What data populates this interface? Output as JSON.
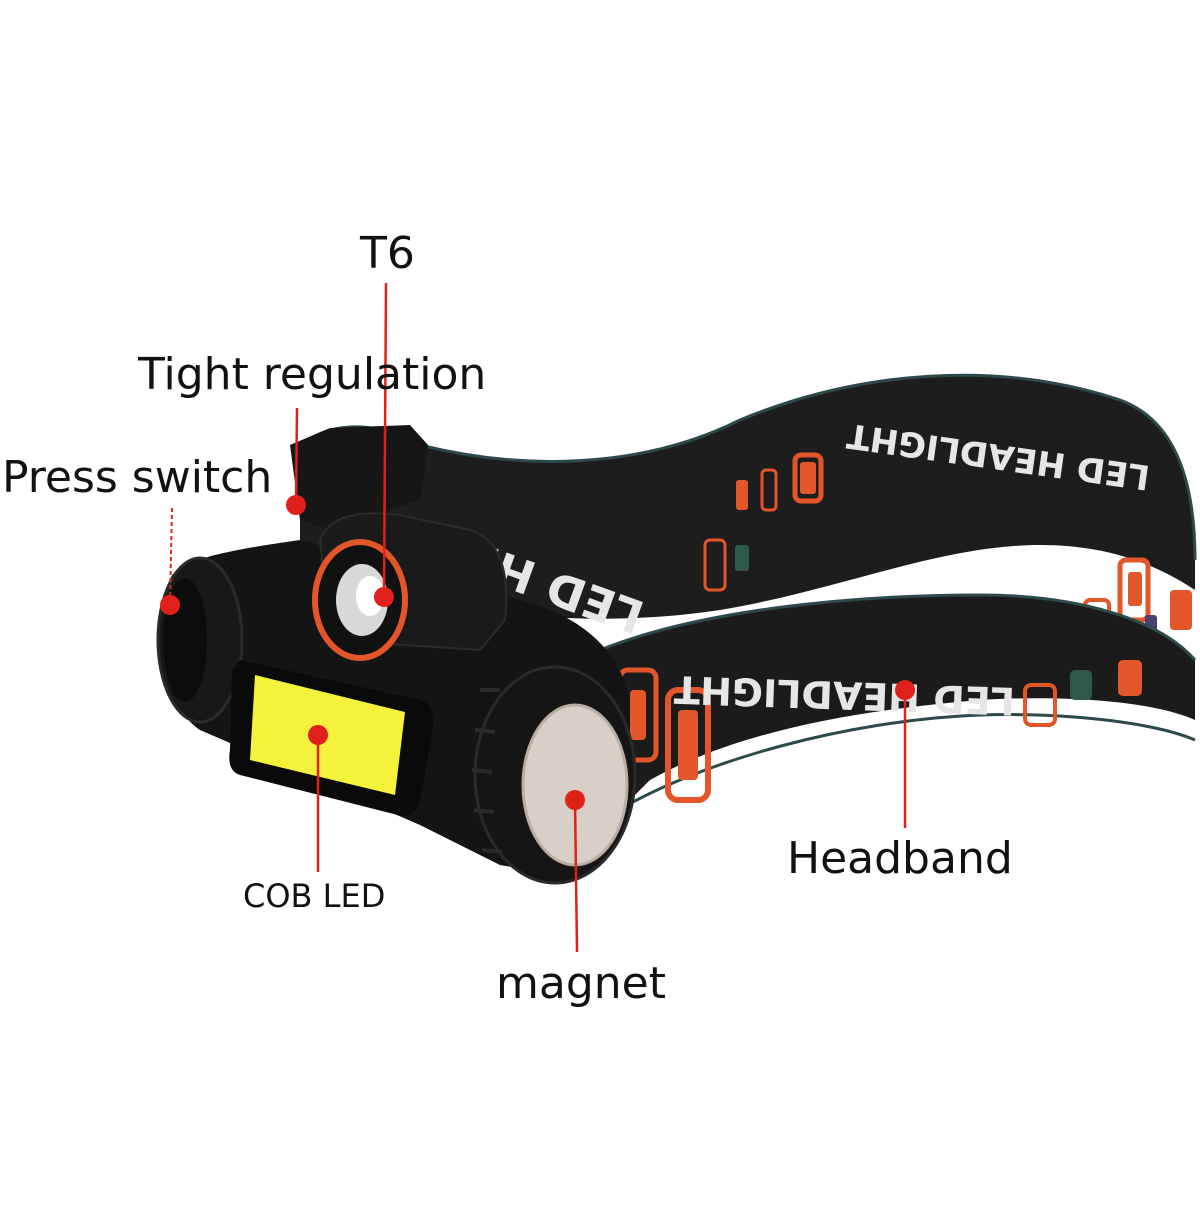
{
  "labels": {
    "t6": "T6",
    "tight_regulation": "Tight regulation",
    "press_switch": "Press switch",
    "cob_led": "COB LED",
    "magnet": "magnet",
    "headband": "Headband"
  },
  "band_print": {
    "upper_brand": "LED HEADLIGHT",
    "lower_brand": "LED HEADLIGHT",
    "front_brand": "LED HE"
  },
  "colors": {
    "background": "#ffffff",
    "callout_red": "#e0201b",
    "band_black": "#1a1a1a",
    "band_orange": "#e2562a",
    "cob_yellow": "#f4f23a",
    "magnet_silver": "#d8d0c6"
  }
}
